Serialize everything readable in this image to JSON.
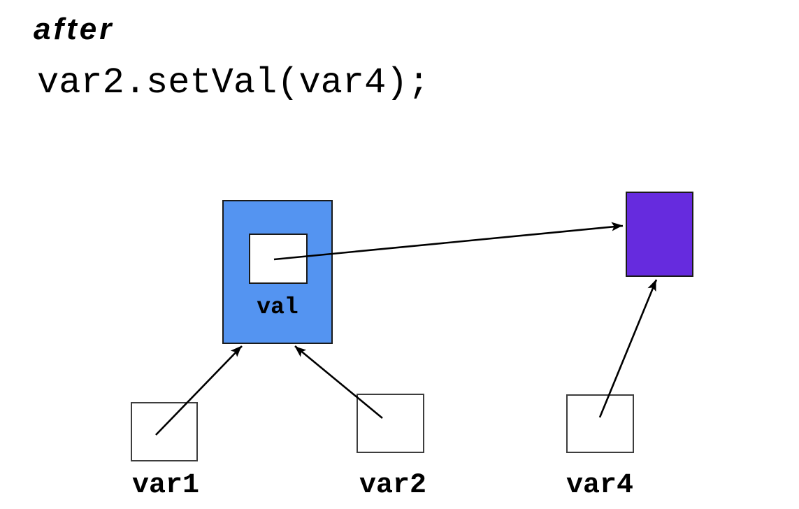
{
  "header": {
    "state_label": "after",
    "code": "var2.setVal(var4);"
  },
  "diagram": {
    "object_box": {
      "label": "val",
      "fill": "#5494F1",
      "border": "#1A1A1A"
    },
    "target_box": {
      "fill": "#662BDE",
      "border": "#1A1A1A"
    },
    "variables": [
      {
        "label": "var1"
      },
      {
        "label": "var2"
      },
      {
        "label": "var4"
      }
    ],
    "colors": {
      "arrow": "#000000",
      "text": "#000000",
      "variable_border": "#3D3D3D",
      "background": "#FFFFFF"
    }
  }
}
